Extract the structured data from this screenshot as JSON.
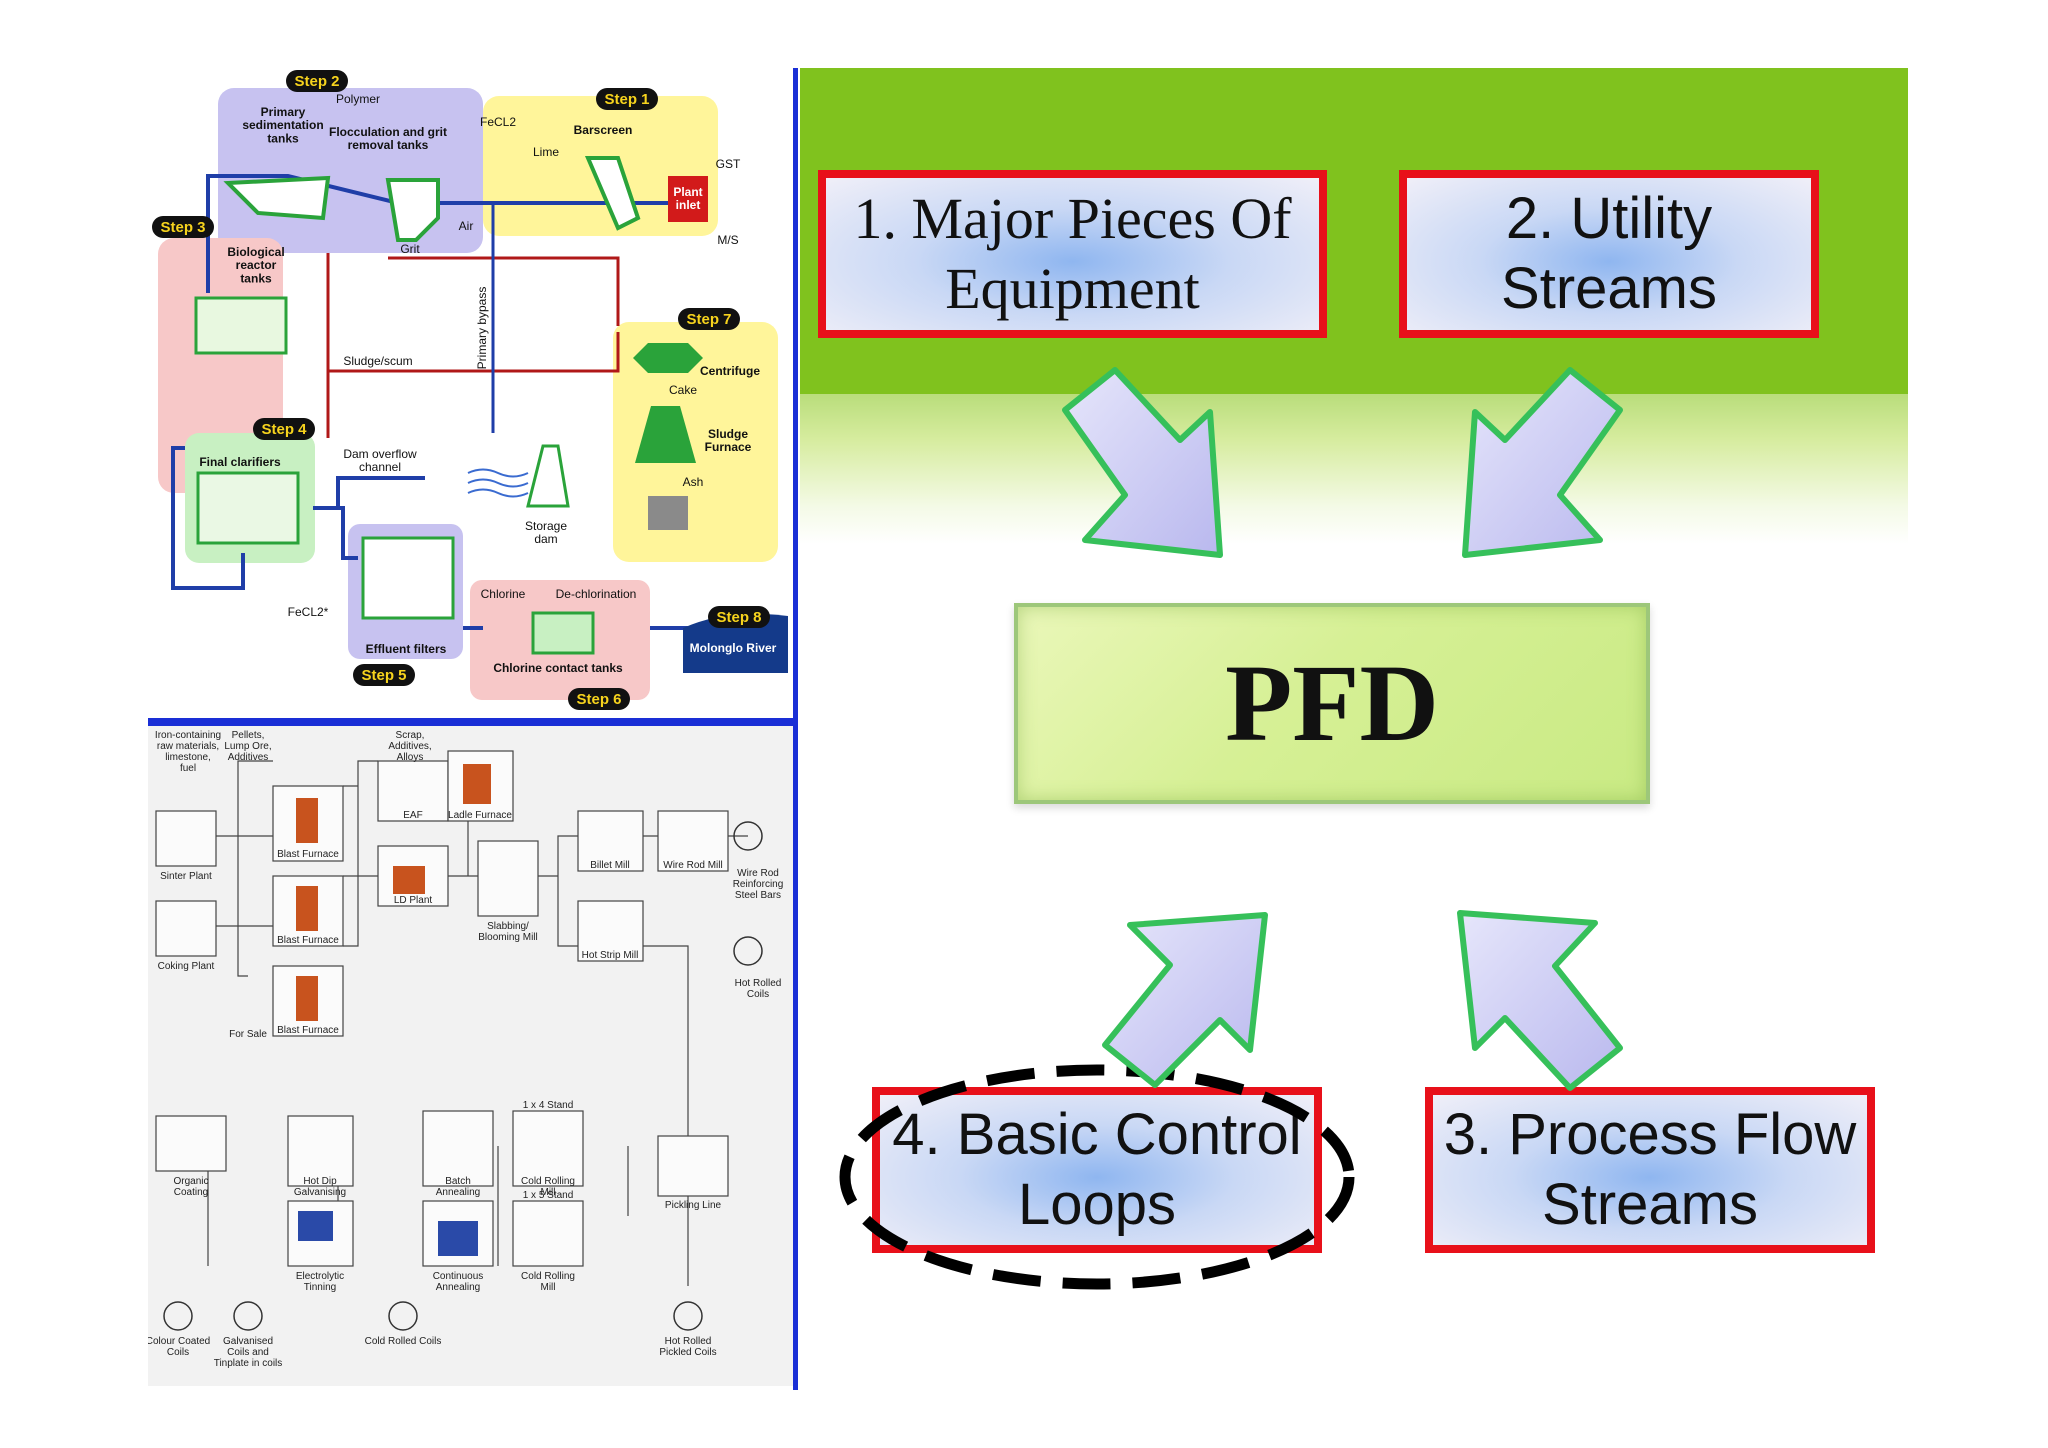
{
  "center": {
    "title": "PFD"
  },
  "boxes": {
    "equipment": "1. Major Pieces Of\nEquipment",
    "utility": "2. Utility\nStreams",
    "process_flow": "3. Process Flow\nStreams",
    "control_loops": "4. Basic Control\nLoops"
  },
  "wastewater": {
    "steps": [
      "Step 1",
      "Step 2",
      "Step 3",
      "Step 4",
      "Step 5",
      "Step 6",
      "Step 7",
      "Step 8"
    ],
    "labels": {
      "polymer": "Polymer",
      "primary_sed": "Primary\nsedimentation\ntanks",
      "flocculation": "Flocculation and grit\nremoval tanks",
      "fecl2": "FeCL2",
      "lime": "Lime",
      "barscreen": "Barscreen",
      "gst": "GST",
      "plant_inlet": "Plant\ninlet",
      "mvs": "M/S",
      "air": "Air",
      "grit": "Grit",
      "bio_reactor": "Biological\nreactor\ntanks",
      "sludge_scum": "Sludge/scum",
      "primary_bypass": "Primary bypass",
      "centrifuge": "Centrifuge",
      "cake": "Cake",
      "sludge_furnace": "Sludge\nFurnace",
      "ash": "Ash",
      "final_clarifiers": "Final clarifiers",
      "dam_overflow": "Dam overflow\nchannel",
      "storage_dam": "Storage\ndam",
      "fecl2_star": "FeCL2*",
      "effluent_filters": "Effluent filters",
      "chlorine": "Chlorine",
      "dechlorination": "De-chlorination",
      "chlorine_contact": "Chlorine contact tanks",
      "river": "Molonglo River"
    }
  },
  "steel": {
    "labels": {
      "raw": "Iron-containing\nraw materials,\nlimestone,\nfuel",
      "pellets": "Pellets,\nLump Ore,\nAdditives",
      "scrap": "Scrap,\nAdditives,\nAlloys",
      "sinter": "Sinter Plant",
      "coking": "Coking Plant",
      "blast1": "Blast Furnace",
      "blast2": "Blast Furnace",
      "blast3": "Blast Furnace",
      "for_sale": "For Sale",
      "eaf": "EAF",
      "ladle": "Ladle Furnace",
      "ld": "LD Plant",
      "slabbing": "Slabbing/\nBlooming Mill",
      "billet": "Billet Mill",
      "wire_rod": "Wire Rod Mill",
      "wire_rod_out": "Wire Rod\nReinforcing\nSteel Bars",
      "hot_strip": "Hot Strip Mill",
      "hot_rolled": "Hot Rolled\nCoils",
      "organic": "Organic\nCoating",
      "hot_dip": "Hot Dip\nGalvanising",
      "batch": "Batch\nAnnealing",
      "stand4": "1 x 4 Stand",
      "cold1": "Cold Rolling\nMill",
      "stand5": "1 x 5 Stand",
      "cold2": "Cold Rolling\nMill",
      "pickling": "Pickling Line",
      "electrolytic": "Electrolytic\nTinning",
      "continuous": "Continuous\nAnnealing",
      "colour": "Colour Coated\nCoils",
      "galvanised": "Galvanised\nCoils and\nTinplate in coils",
      "cold_coils": "Cold Rolled Coils",
      "pickled": "Hot Rolled\nPickled Coils"
    }
  }
}
